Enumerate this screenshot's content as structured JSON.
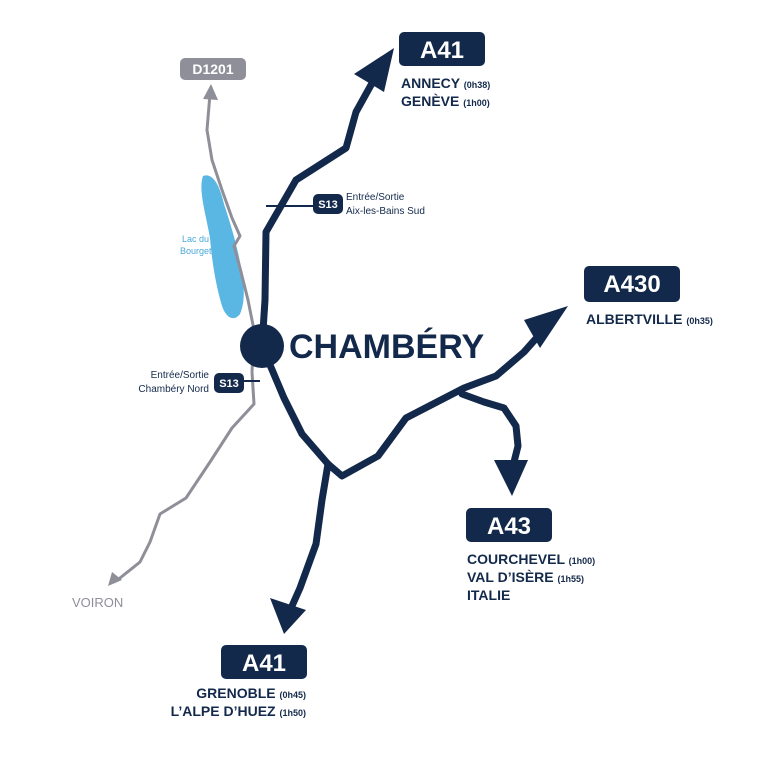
{
  "colors": {
    "navy": "#13294b",
    "grey_road": "#8f8f99",
    "lake": "#5ab6e2",
    "background": "#ffffff"
  },
  "city": {
    "name": "CHAMBÉRY"
  },
  "lake": {
    "line1": "Lac du",
    "line2": "Bourget"
  },
  "grey_roads": {
    "north": {
      "label": "D1201"
    },
    "south": {
      "label": "VOIRON"
    }
  },
  "exits": {
    "south": {
      "badge": "S13",
      "line1": "Entrée/Sortie",
      "line2": "Aix-les-Bains Sud"
    },
    "north": {
      "badge": "S13",
      "line1": "Entrée/Sortie",
      "line2": "Chambéry Nord"
    }
  },
  "routes": {
    "a41_north": {
      "badge": "A41",
      "destinations": [
        {
          "name": "ANNECY",
          "time": "(0h38)"
        },
        {
          "name": "GENÈVE",
          "time": "(1h00)"
        }
      ]
    },
    "a430": {
      "badge": "A430",
      "destinations": [
        {
          "name": "ALBERTVILLE",
          "time": "(0h35)"
        }
      ]
    },
    "a43": {
      "badge": "A43",
      "destinations": [
        {
          "name": "COURCHEVEL",
          "time": "(1h00)"
        },
        {
          "name": "VAL D’ISÈRE",
          "time": "(1h55)"
        },
        {
          "name": "ITALIE",
          "time": ""
        }
      ]
    },
    "a41_south": {
      "badge": "A41",
      "destinations": [
        {
          "name": "GRENOBLE",
          "time": "(0h45)"
        },
        {
          "name": "L’ALPE D’HUEZ",
          "time": "(1h50)"
        }
      ]
    }
  }
}
